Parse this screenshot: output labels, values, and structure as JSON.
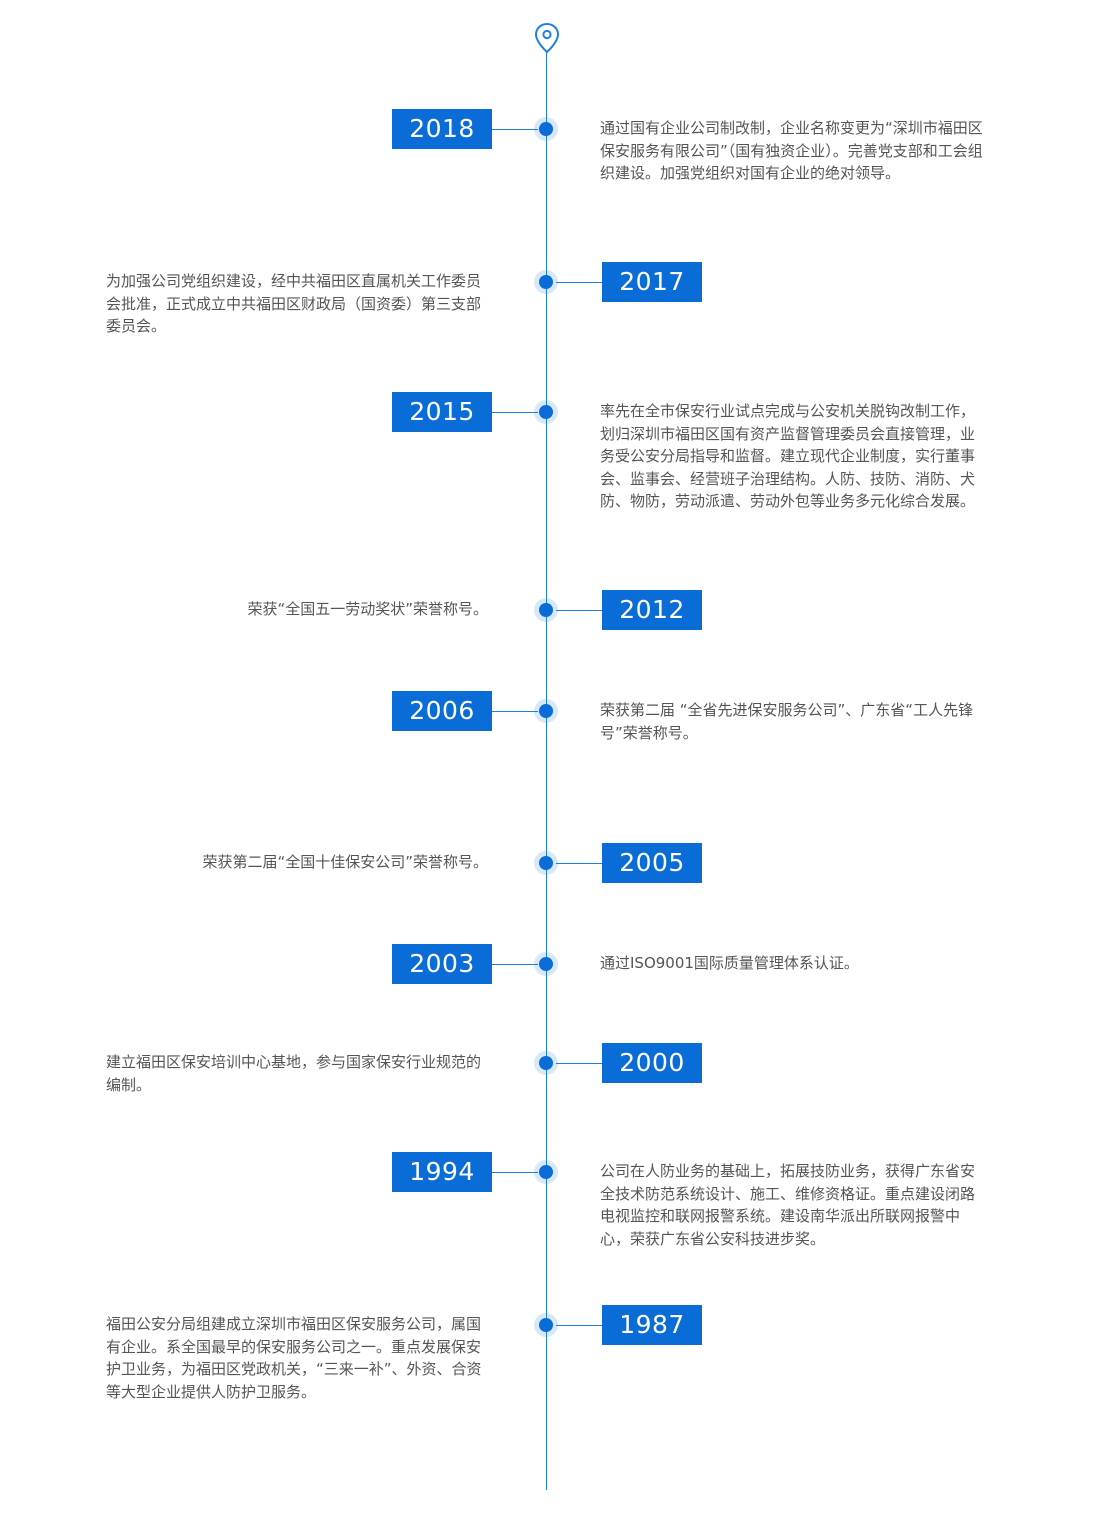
{
  "timeline": {
    "accent_color": "#0a6cd6",
    "line_color": "#1f7fe0",
    "text_color": "#555555",
    "marker_icon": "location-pin-icon",
    "entries": [
      {
        "year": "2018",
        "side": "left",
        "text": "通过国有企业公司制改制，企业名称变更为“深圳市福田区保安服务有限公司”（国有独资企业）。完善党支部和工会组织建设。加强党组织对国有企业的绝对领导。"
      },
      {
        "year": "2017",
        "side": "right",
        "text": "为加强公司党组织建设，经中共福田区直属机关工作委员会批准，正式成立中共福田区财政局（国资委）第三支部委员会。"
      },
      {
        "year": "2015",
        "side": "left",
        "text": "率先在全市保安行业试点完成与公安机关脱钩改制工作，划归深圳市福田区国有资产监督管理委员会直接管理，业务受公安分局指导和监督。建立现代企业制度，实行董事会、监事会、经营班子治理结构。人防、技防、消防、犬防、物防，劳动派遣、劳动外包等业务多元化综合发展。"
      },
      {
        "year": "2012",
        "side": "right",
        "text": "荣获“全国五一劳动奖状”荣誉称号。",
        "short": true
      },
      {
        "year": "2006",
        "side": "left",
        "text": "荣获第二届 “全省先进保安服务公司”、广东省“工人先锋号”荣誉称号。"
      },
      {
        "year": "2005",
        "side": "right",
        "text": "荣获第二届“全国十佳保安公司”荣誉称号。",
        "short": true
      },
      {
        "year": "2003",
        "side": "left",
        "text": "通过ISO9001国际质量管理体系认证。"
      },
      {
        "year": "2000",
        "side": "right",
        "text": "建立福田区保安培训中心基地，参与国家保安行业规范的编制。"
      },
      {
        "year": "1994",
        "side": "left",
        "text": "公司在人防业务的基础上，拓展技防业务，获得广东省安全技术防范系统设计、施工、维修资格证。重点建设闭路电视监控和联网报警系统。建设南华派出所联网报警中心，荣获广东省公安科技进步奖。"
      },
      {
        "year": "1987",
        "side": "right",
        "text": "福田公安分局组建成立深圳市福田区保安服务公司，属国有企业。系全国最早的保安服务公司之一。重点发展保安护卫业务，为福田区党政机关，“三来一补”、外资、合资等大型企业提供人防护卫服务。"
      }
    ]
  }
}
